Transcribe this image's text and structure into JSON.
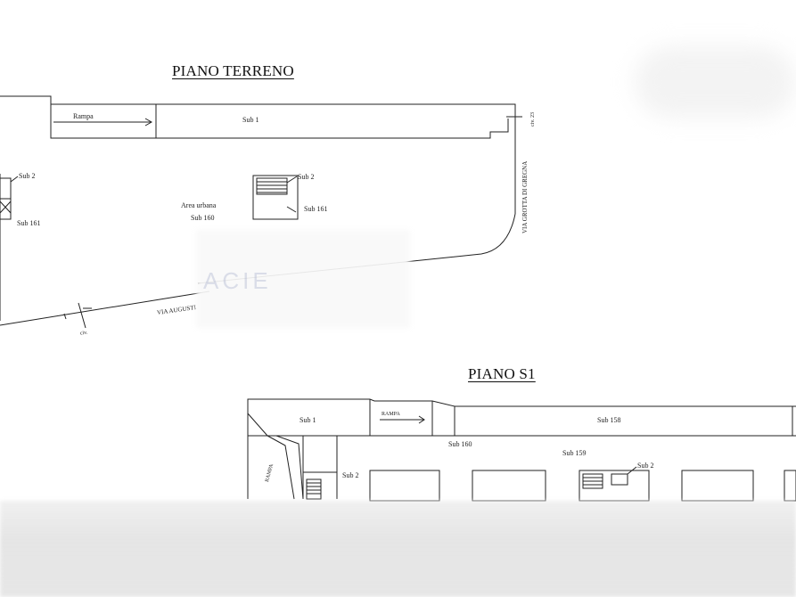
{
  "ground_floor": {
    "title": "PIANO TERRENO",
    "labels": {
      "rampa": "Rampa",
      "sub1": "Sub 1",
      "sub2_left": "Sub 2",
      "sub161_left": "Sub 161",
      "area_urbana": "Area urbana",
      "sub160": "Sub 160",
      "sub2_center": "Sub 2",
      "sub161_center": "Sub 161",
      "street_right": "VIA GROTTA DI GREGNA",
      "street_right_num": "civ. 23",
      "street_bottom": "VIA AUGUSTI",
      "civ_bottom": "civ."
    }
  },
  "basement": {
    "title": "PIANO S1",
    "labels": {
      "sub1": "Sub 1",
      "rampa_top": "RAMPA",
      "sub158_top": "Sub 158",
      "sub160": "Sub 160",
      "sub159": "Sub 159",
      "sub2_left": "Sub 2",
      "sub2_right": "Sub 2",
      "rampa_left": "RAMPA"
    }
  },
  "watermark": {
    "text": "ACIE"
  }
}
